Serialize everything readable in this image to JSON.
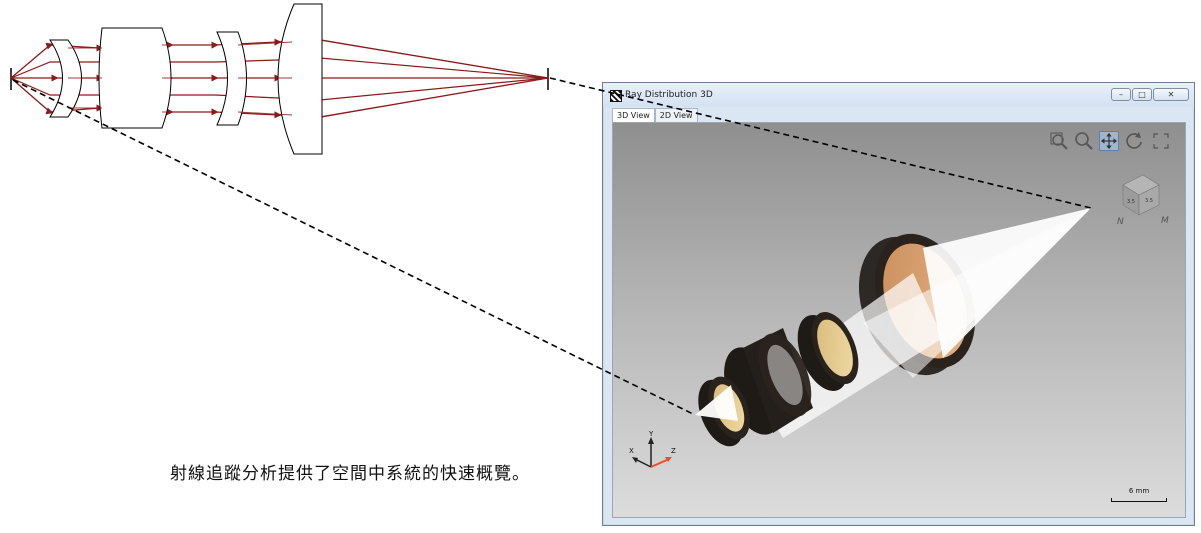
{
  "caption": "射線追蹤分析提供了空間中系統的快速概覽。",
  "window": {
    "title": "Ray Distribution 3D",
    "buttons": {
      "minimize": "–",
      "maximize": "□",
      "close": "✕"
    },
    "tabs": [
      {
        "label": "3D View"
      },
      {
        "label": "2D View"
      }
    ],
    "toolbar": [
      "zoom-window-icon",
      "zoom-icon",
      "pan-icon",
      "rotate-icon",
      "fit-icon"
    ],
    "view_cube": {
      "faces": [
        "3.5",
        "3.5"
      ],
      "letters": [
        "N",
        "M"
      ]
    },
    "axes": {
      "x": "X",
      "y": "Y",
      "z": "Z"
    },
    "scale_label": "6 mm"
  },
  "colors": {
    "ray": "#8b1a1a",
    "dashed": "#000000",
    "glass_dark": "#1e1a16",
    "glass_tint": "#d9a070"
  }
}
